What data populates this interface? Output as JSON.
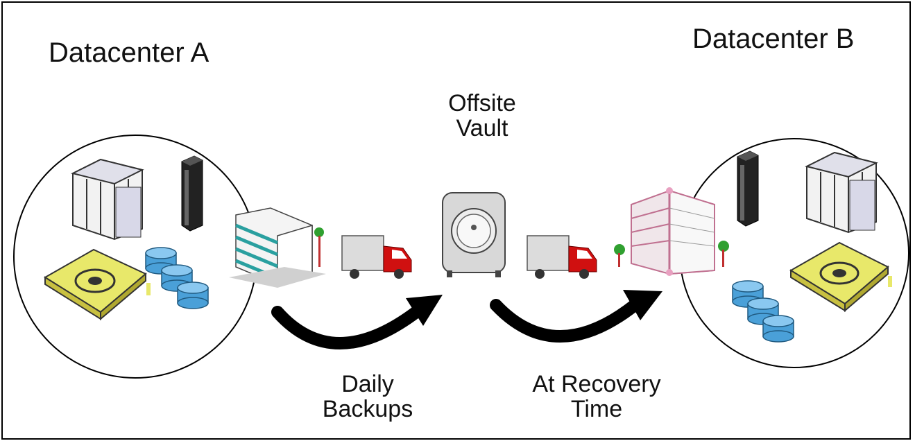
{
  "datacenter_a": {
    "title": "Datacenter A"
  },
  "datacenter_b": {
    "title": "Datacenter B"
  },
  "vault": {
    "line1": "Offsite",
    "line2": "Vault"
  },
  "daily_backups": {
    "line1": "Daily",
    "line2": "Backups"
  },
  "recovery_time": {
    "line1": "At Recovery",
    "line2": "Time"
  },
  "colors": {
    "disk": "#4aa0d8",
    "tape": "#e8e86a",
    "truck_cab": "#d01010",
    "building_a": "#2aa0a0",
    "building_b": "#e8a0c0",
    "vault": "#c8c8c8",
    "arrow": "#000000"
  }
}
